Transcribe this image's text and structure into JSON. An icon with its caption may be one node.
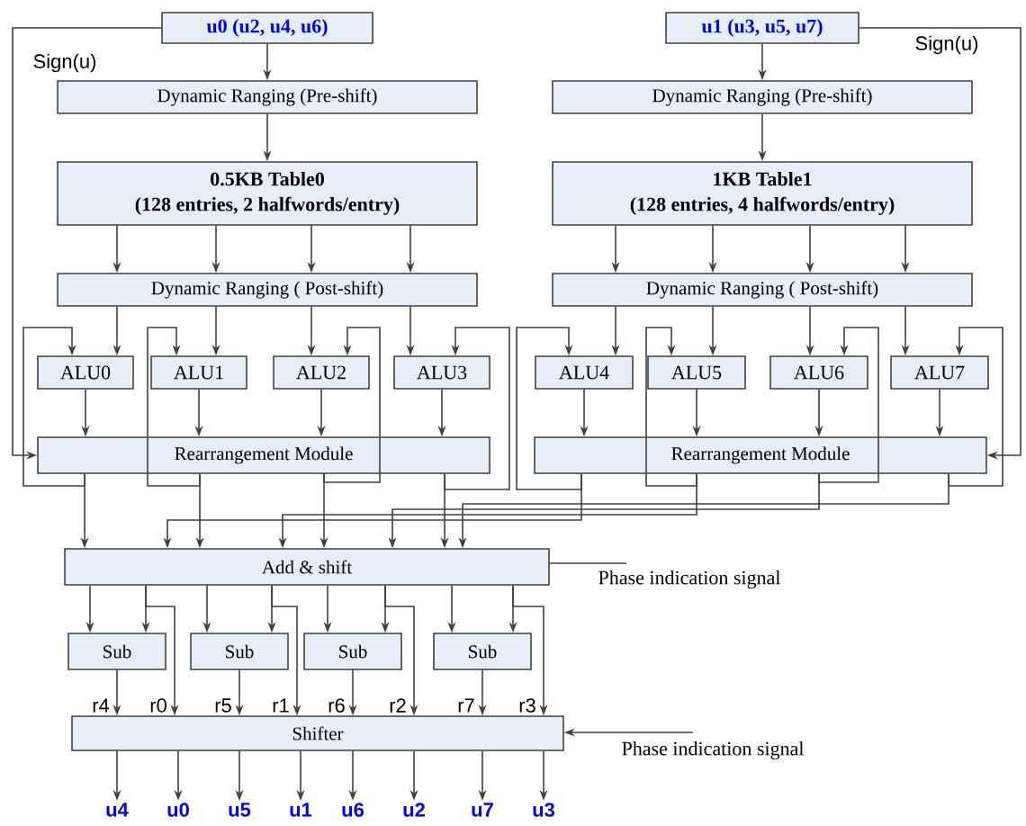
{
  "diagram": {
    "nodes": [
      {
        "text": [
          "u0 (u2, u4, u6)"
        ]
      },
      {
        "text": [
          "Dynamic Ranging (Pre-shift)"
        ]
      },
      {
        "text": [
          "0.5KB Table0",
          "(128 entries, 2 halfwords/entry)"
        ]
      },
      {
        "text": [
          "Dynamic Ranging ( Post-shift)"
        ]
      },
      {
        "text": [
          "ALU0"
        ]
      },
      {
        "text": [
          "ALU1"
        ]
      },
      {
        "text": [
          "ALU2"
        ]
      },
      {
        "text": [
          "ALU3"
        ]
      },
      {
        "text": [
          "Rearrangement Module"
        ]
      },
      {
        "text": [
          "u1 (u3, u5, u7)"
        ]
      },
      {
        "text": [
          "Dynamic Ranging (Pre-shift)"
        ]
      },
      {
        "text": [
          "1KB Table1",
          "(128 entries, 4 halfwords/entry)"
        ]
      },
      {
        "text": [
          "Dynamic Ranging ( Post-shift)"
        ]
      },
      {
        "text": [
          "ALU4"
        ]
      },
      {
        "text": [
          "ALU5"
        ]
      },
      {
        "text": [
          "ALU6"
        ]
      },
      {
        "text": [
          "ALU7"
        ]
      },
      {
        "text": [
          "Rearrangement Module"
        ]
      },
      {
        "text": [
          "Add & shift"
        ]
      },
      {
        "text": [
          "Sub"
        ]
      },
      {
        "text": [
          "Sub"
        ]
      },
      {
        "text": [
          "Sub"
        ]
      },
      {
        "text": [
          "Sub"
        ]
      },
      {
        "text": [
          "Shifter"
        ]
      },
      {
        "text": [
          "u4"
        ]
      },
      {
        "text": [
          "u0"
        ]
      },
      {
        "text": [
          "u5"
        ]
      },
      {
        "text": [
          "u1"
        ]
      },
      {
        "text": [
          "u6"
        ]
      },
      {
        "text": [
          "u2"
        ]
      },
      {
        "text": [
          "u7"
        ]
      },
      {
        "text": [
          "u3"
        ]
      }
    ],
    "edges": [
      {
        "from": 0,
        "to": 1,
        "arrow": "to"
      },
      {
        "from": 1,
        "to": 2,
        "arrow": "to"
      },
      {
        "from": 2,
        "to": 3,
        "arrow": "to"
      },
      {
        "from": 2,
        "to": 3,
        "arrow": "to"
      },
      {
        "from": 2,
        "to": 3,
        "arrow": "to"
      },
      {
        "from": 2,
        "to": 3,
        "arrow": "to"
      },
      {
        "from": 3,
        "to": 4,
        "arrow": "to"
      },
      {
        "from": 3,
        "to": 5,
        "arrow": "to"
      },
      {
        "from": 3,
        "to": 6,
        "arrow": "to"
      },
      {
        "from": 3,
        "to": 7,
        "arrow": "to"
      },
      {
        "from": 4,
        "to": 8,
        "arrow": "to"
      },
      {
        "from": 5,
        "to": 8,
        "arrow": "to"
      },
      {
        "from": 6,
        "to": 8,
        "arrow": "to"
      },
      {
        "from": 7,
        "to": 8,
        "arrow": "to"
      },
      {
        "from": 8,
        "to": 4,
        "arrow": "to"
      },
      {
        "from": 8,
        "to": 5,
        "arrow": "to"
      },
      {
        "from": 8,
        "to": 6,
        "arrow": "to"
      },
      {
        "from": 8,
        "to": 7,
        "arrow": "to"
      },
      {
        "from": 0,
        "to": 8,
        "arrow": "to",
        "label": "Sign(u)"
      },
      {
        "from": 8,
        "to": 18,
        "arrow": "to"
      },
      {
        "from": 8,
        "to": 18,
        "arrow": "to"
      },
      {
        "from": 8,
        "to": 18,
        "arrow": "to"
      },
      {
        "from": 8,
        "to": 18,
        "arrow": "to"
      },
      {
        "from": 9,
        "to": 10,
        "arrow": "to"
      },
      {
        "from": 10,
        "to": 11,
        "arrow": "to"
      },
      {
        "from": 11,
        "to": 12,
        "arrow": "to"
      },
      {
        "from": 11,
        "to": 12,
        "arrow": "to"
      },
      {
        "from": 11,
        "to": 12,
        "arrow": "to"
      },
      {
        "from": 11,
        "to": 12,
        "arrow": "to"
      },
      {
        "from": 12,
        "to": 13,
        "arrow": "to"
      },
      {
        "from": 12,
        "to": 14,
        "arrow": "to"
      },
      {
        "from": 12,
        "to": 15,
        "arrow": "to"
      },
      {
        "from": 12,
        "to": 16,
        "arrow": "to"
      },
      {
        "from": 13,
        "to": 17,
        "arrow": "to"
      },
      {
        "from": 14,
        "to": 17,
        "arrow": "to"
      },
      {
        "from": 15,
        "to": 17,
        "arrow": "to"
      },
      {
        "from": 16,
        "to": 17,
        "arrow": "to"
      },
      {
        "from": 17,
        "to": 13,
        "arrow": "to"
      },
      {
        "from": 17,
        "to": 14,
        "arrow": "to"
      },
      {
        "from": 17,
        "to": 15,
        "arrow": "to"
      },
      {
        "from": 17,
        "to": 16,
        "arrow": "to"
      },
      {
        "from": 9,
        "to": 17,
        "arrow": "to",
        "label": "Sign(u)"
      },
      {
        "from": 17,
        "to": 18,
        "arrow": "to"
      },
      {
        "from": 17,
        "to": 18,
        "arrow": "to"
      },
      {
        "from": 17,
        "to": 18,
        "arrow": "to"
      },
      {
        "from": 17,
        "to": 18,
        "arrow": "to"
      },
      {
        "from": null,
        "to": 18,
        "arrow": "none",
        "label": "Phase indication signal"
      },
      {
        "from": 18,
        "to": 19,
        "arrow": "to"
      },
      {
        "from": 18,
        "to": 19,
        "arrow": "to"
      },
      {
        "from": 18,
        "to": 20,
        "arrow": "to"
      },
      {
        "from": 18,
        "to": 20,
        "arrow": "to"
      },
      {
        "from": 18,
        "to": 21,
        "arrow": "to"
      },
      {
        "from": 18,
        "to": 21,
        "arrow": "to"
      },
      {
        "from": 18,
        "to": 22,
        "arrow": "to"
      },
      {
        "from": 18,
        "to": 22,
        "arrow": "to"
      },
      {
        "from": 19,
        "to": 23,
        "arrow": "to",
        "label": "r4"
      },
      {
        "from": 18,
        "to": 23,
        "arrow": "to",
        "label": "r0"
      },
      {
        "from": 20,
        "to": 23,
        "arrow": "to",
        "label": "r5"
      },
      {
        "from": 18,
        "to": 23,
        "arrow": "to",
        "label": "r1"
      },
      {
        "from": 21,
        "to": 23,
        "arrow": "to",
        "label": "r6"
      },
      {
        "from": 18,
        "to": 23,
        "arrow": "to",
        "label": "r2"
      },
      {
        "from": 22,
        "to": 23,
        "arrow": "to",
        "label": "r7"
      },
      {
        "from": 18,
        "to": 23,
        "arrow": "to",
        "label": "r3"
      },
      {
        "from": null,
        "to": 23,
        "arrow": "to",
        "label": "Phase indication signal"
      },
      {
        "from": 23,
        "to": 24,
        "arrow": "to"
      },
      {
        "from": 23,
        "to": 25,
        "arrow": "to"
      },
      {
        "from": 23,
        "to": 26,
        "arrow": "to"
      },
      {
        "from": 23,
        "to": 27,
        "arrow": "to"
      },
      {
        "from": 23,
        "to": 28,
        "arrow": "to"
      },
      {
        "from": 23,
        "to": 29,
        "arrow": "to"
      },
      {
        "from": 23,
        "to": 30,
        "arrow": "to"
      },
      {
        "from": 23,
        "to": 31,
        "arrow": "to"
      }
    ]
  }
}
